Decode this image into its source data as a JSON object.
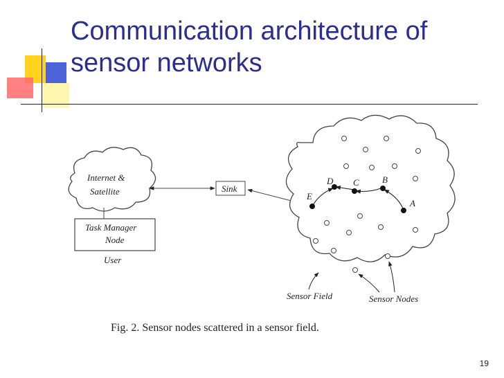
{
  "slide": {
    "title": "Communication architecture of sensor networks",
    "page_number": "19"
  },
  "figure": {
    "internet_cloud_line1": "Internet &",
    "internet_cloud_line2": "Satellite",
    "task_manager_line1": "Task Manager",
    "task_manager_line2": "Node",
    "user_label": "User",
    "sink_label": "Sink",
    "node_labels": [
      "E",
      "D",
      "C",
      "B",
      "A"
    ],
    "sensor_field_label": "Sensor Field",
    "sensor_nodes_label": "Sensor Nodes",
    "caption": "Fig. 2. Sensor nodes scattered in a sensor field."
  },
  "colors": {
    "title": "#2b2d8f",
    "accent_yellow": "#ffd21e",
    "accent_blue": "#4e63d8",
    "accent_red": "#ff6b6b"
  }
}
